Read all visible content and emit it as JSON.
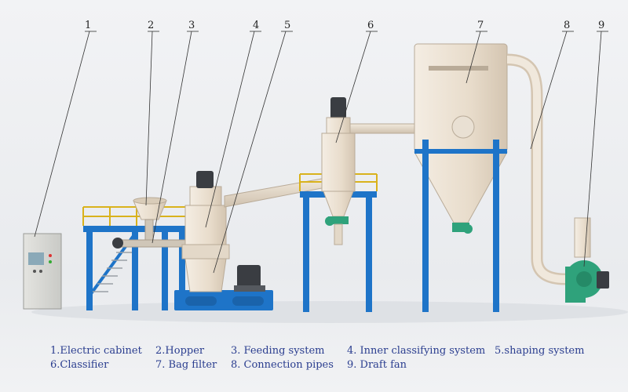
{
  "callouts": [
    "1",
    "2",
    "3",
    "4",
    "5",
    "6",
    "7",
    "8",
    "9"
  ],
  "legend": {
    "row1": [
      "1.Electric cabinet",
      "2.Hopper",
      "3. Feeding system",
      "4. Inner classifying system",
      "5.shaping system"
    ],
    "row2": [
      "6.Classifier",
      "7. Bag filter",
      "8. Connection pipes",
      "9. Draft fan"
    ]
  },
  "colors": {
    "frame_blue": "#1e74c8",
    "railing_yellow": "#d9b21c",
    "machine_cream": "#ece3d6",
    "motor_gray": "#3a3d42",
    "valve_green": "#2fa27b",
    "legend_text": "#2a3d8f"
  }
}
